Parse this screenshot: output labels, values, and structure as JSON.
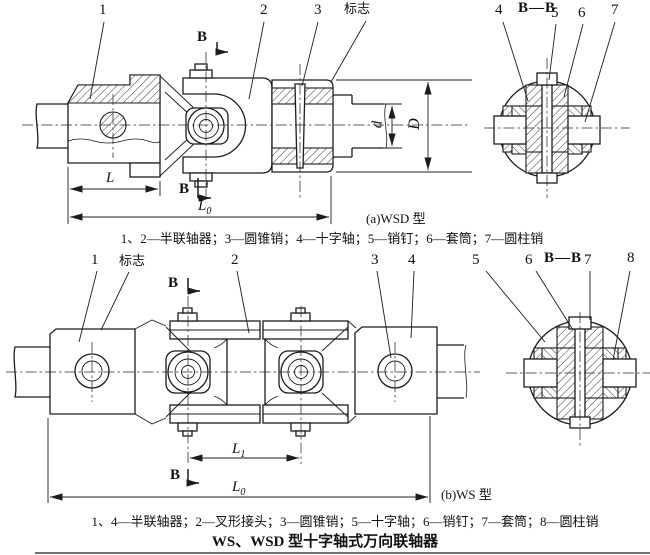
{
  "title": "WS、WSD 型十字轴式万向联轴器",
  "figure_a": {
    "type_label": "(a)WSD 型",
    "caption": "1、2—半联轴器；3—圆锥销；4—十字轴；5—销钉；6—套筒；7—圆柱销",
    "mark_label": "标志",
    "view_letter": "B",
    "section_title": "B—B",
    "part_labels": {
      "p1": "1",
      "p2": "2",
      "p3": "3"
    },
    "section_labels": {
      "p4": "4",
      "p5": "5",
      "p6": "6",
      "p7": "7"
    },
    "dimensions": {
      "L": "L",
      "L0_base": "L",
      "L0_sub": "0",
      "d": "d",
      "D": "D"
    }
  },
  "figure_b": {
    "type_label": "(b)WS 型",
    "caption": "1、4—半联轴器；2—叉形接头；3—圆锥销；5—十字轴；6—销钉；7—套筒；8—圆柱销",
    "mark_label": "标志",
    "view_letter": "B",
    "section_title": "B—B",
    "part_labels": {
      "p1": "1",
      "p2": "2",
      "p3": "3",
      "p4": "4"
    },
    "section_labels": {
      "p5": "5",
      "p6": "6",
      "p7": "7",
      "p8": "8"
    },
    "dimensions": {
      "L1_base": "L",
      "L1_sub": "1",
      "L0_base": "L",
      "L0_sub": "0"
    }
  },
  "colors": {
    "ink": "#1c1c1c",
    "paper": "#ffffff"
  }
}
